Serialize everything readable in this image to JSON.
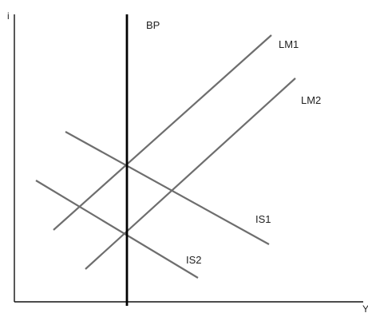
{
  "axes": {
    "y_label": "i",
    "x_label": "Y"
  },
  "curves": {
    "bp": {
      "label": "BP"
    },
    "lm1": {
      "label": "LM1"
    },
    "lm2": {
      "label": "LM2"
    },
    "is1": {
      "label": "IS1"
    },
    "is2": {
      "label": "IS2"
    }
  },
  "colors": {
    "axis": "#111111",
    "bp": "#000000",
    "curve": "#6e6e6e",
    "text": "#222222"
  }
}
